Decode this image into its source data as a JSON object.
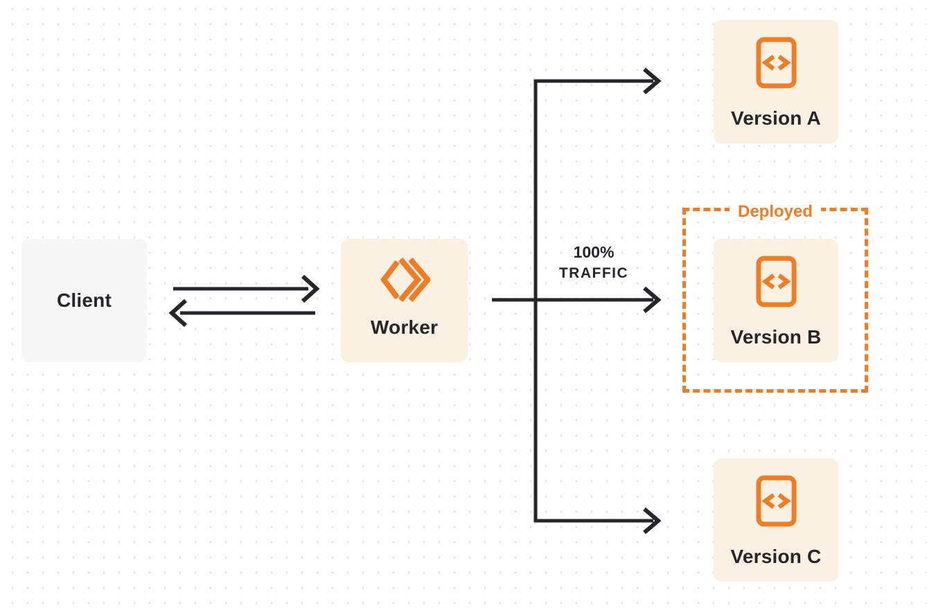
{
  "diagram": {
    "nodes": {
      "client": {
        "label": "Client"
      },
      "worker": {
        "label": "Worker"
      },
      "version_a": {
        "label": "Version A"
      },
      "version_b": {
        "label": "Version B"
      },
      "version_c": {
        "label": "Version C"
      }
    },
    "deployed_group": {
      "label": "Deployed"
    },
    "traffic_label": {
      "line1": "100%",
      "line2": "TRAFFIC"
    }
  },
  "colors": {
    "accent_orange": "#ee7d26",
    "cream": "#fbf1e2",
    "light_gray": "#f7f7f8",
    "ink": "#26252a",
    "dot": "#e4e4e4",
    "background": "#ffffff"
  }
}
